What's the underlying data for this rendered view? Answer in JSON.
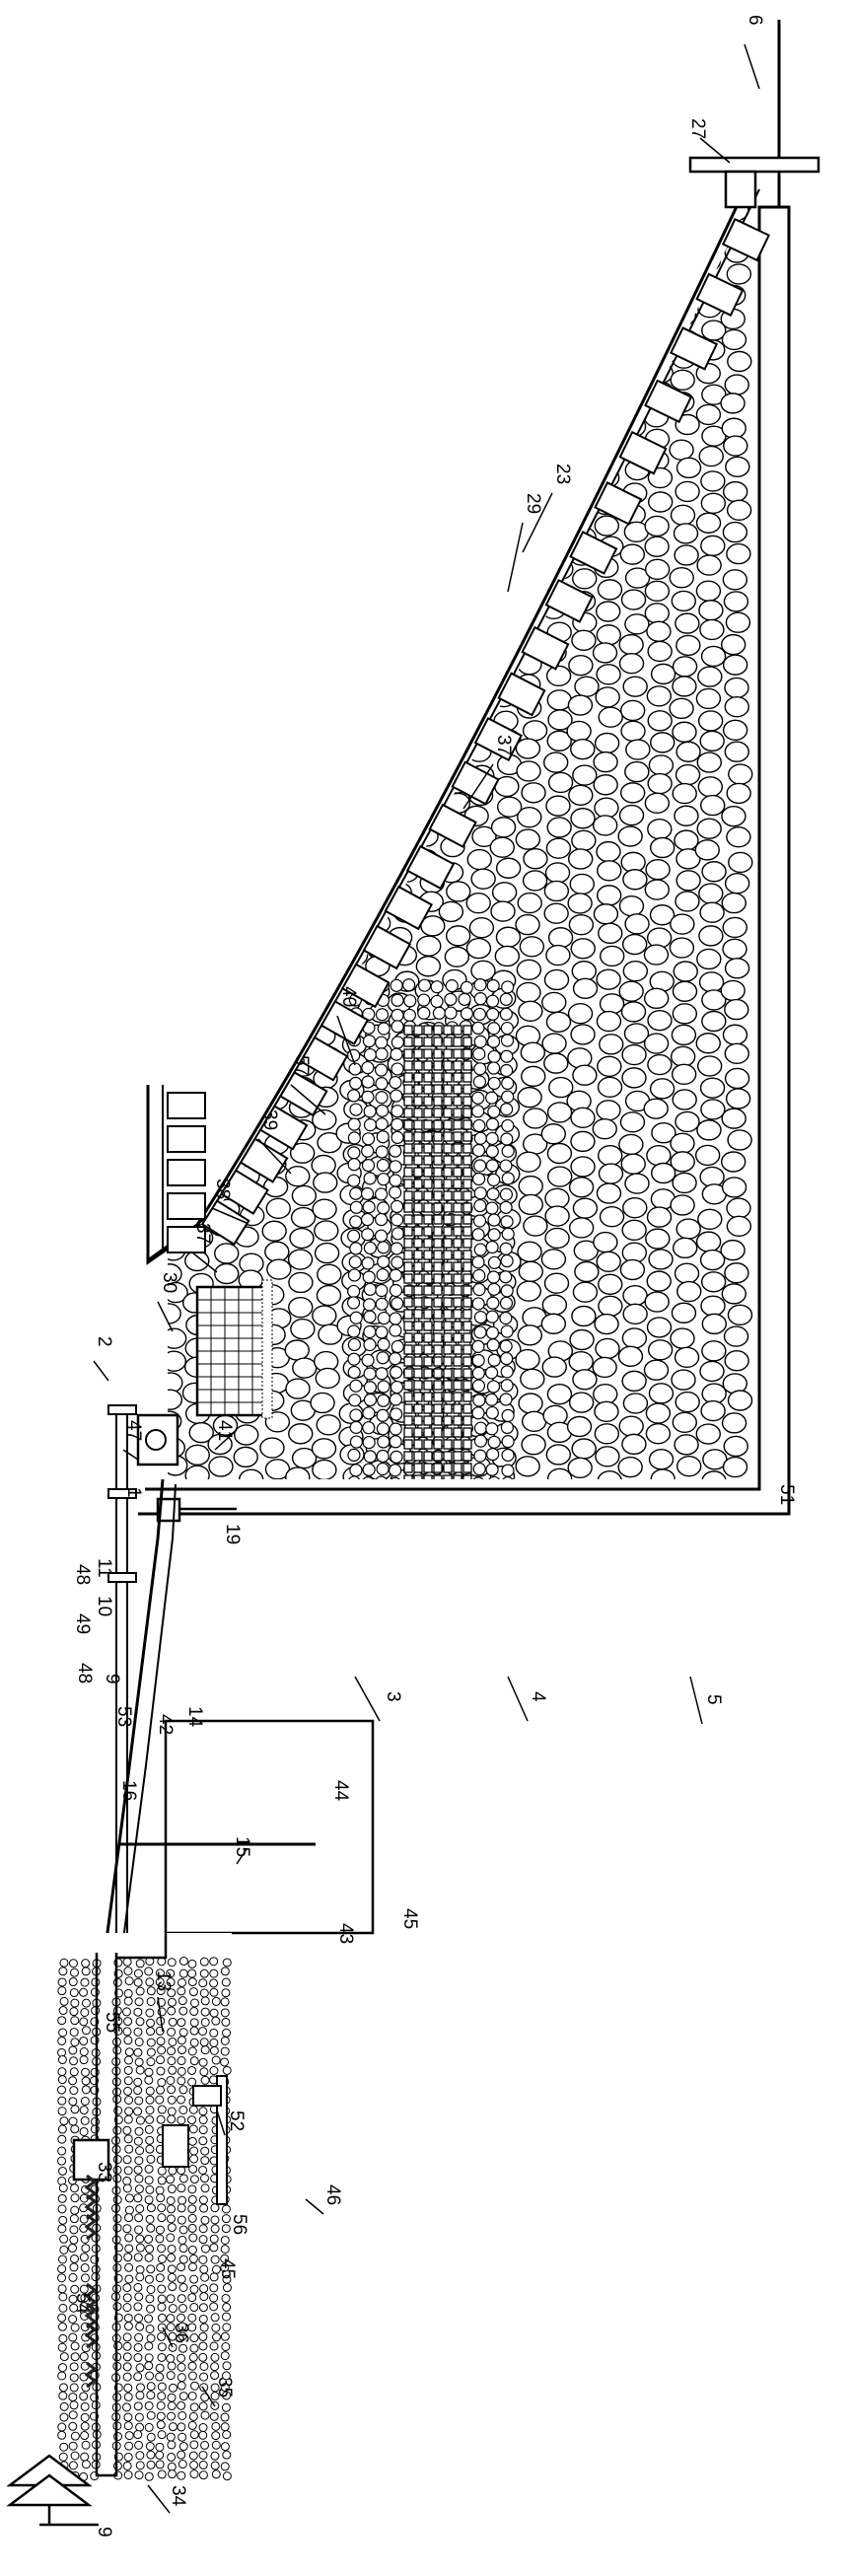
{
  "diagram": {
    "labels": {
      "l1": "1",
      "l2": "2",
      "l3": "3",
      "l4": "4",
      "l5": "5",
      "l6": "6",
      "l9a": "9",
      "l9b": "9",
      "l10": "10",
      "l11": "11",
      "l13": "13",
      "l14": "14",
      "l15": "15",
      "l16": "16",
      "l19": "19",
      "l23": "23",
      "l27": "27",
      "l29": "29",
      "l30": "30",
      "l33": "33",
      "l34": "34",
      "l35": "35",
      "l36": "36",
      "l37a": "37",
      "l37b": "37",
      "l38": "38",
      "l39": "39",
      "l40": "40",
      "l41": "41",
      "l42": "42",
      "l43": "43",
      "l44": "44",
      "l45a": "45",
      "l45b": "45",
      "l46": "46",
      "l47": "47",
      "l48a": "48",
      "l48b": "48",
      "l49": "49",
      "l51": "51",
      "l52": "52",
      "l53": "53",
      "l54": "54",
      "l55": "55",
      "l56": "56",
      "l57": "57"
    },
    "colors": {
      "line": "#000000",
      "background": "#ffffff",
      "dark_fill": "#222222"
    }
  }
}
